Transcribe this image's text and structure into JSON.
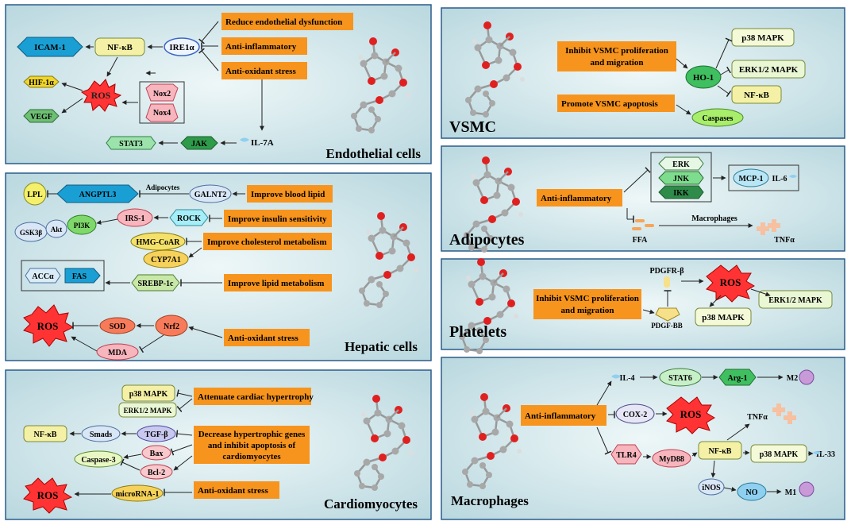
{
  "panels": {
    "endothelial": {
      "title": "Endothelial cells",
      "effects": [
        "Reduce endothelial dysfunction",
        "Anti-inflammatory",
        "Anti-oxidant stress"
      ],
      "nodes": {
        "ire1a": "IRE1α",
        "nfkb": "NF-κB",
        "icam1": "ICAM-1",
        "ros": "ROS",
        "hif1a": "HIF-1α",
        "vegf": "VEGF",
        "nox2": "Nox2",
        "nox4": "Nox4",
        "il7a": "IL-7A",
        "jak": "JAK",
        "stat3": "STAT3"
      }
    },
    "hepatic": {
      "title": "Hepatic cells",
      "effects": [
        "Improve blood lipid",
        "Improve insulin sensitivity",
        "Improve cholesterol metabolism",
        "Improve lipid metabolism",
        "Anti-oxidant stress"
      ],
      "adipocytes_label": "Adipocytes",
      "nodes": {
        "lpl": "LPL",
        "angptl3": "ANGPTL3",
        "galnt2": "GALNT2",
        "gsk3b": "GSK3β",
        "akt": "Akt",
        "pi3k": "PI3K",
        "irs1": "IRS-1",
        "rock": "ROCK",
        "hmgcoar": "HMG-CoAR",
        "cyp7a1": "CYP7A1",
        "acca": "ACCα",
        "fas": "FAS",
        "srebp1c": "SREBP-1c",
        "ros": "ROS",
        "sod": "SOD",
        "nrf2": "Nrf2",
        "mda": "MDA"
      }
    },
    "cardiomyocytes": {
      "title": "Cardiomyocytes",
      "effects": [
        "Attenuate cardiac hypertrophy",
        "Decrease hypertrophic genes",
        "and inhibit apoptosis of",
        "cardiomyocytes",
        "Anti-oxidant stress"
      ],
      "nodes": {
        "p38": "p38 MAPK",
        "erk12": "ERK1/2 MAPK",
        "nfkb": "NF-κB",
        "smads": "Smads",
        "tgfb": "TGF-β",
        "bax": "Bax",
        "caspase3": "Caspase-3",
        "bcl2": "Bcl-2",
        "ros": "ROS",
        "microrna1": "microRNA-1"
      }
    },
    "vsmc": {
      "title": "VSMC",
      "effects": [
        "Inhibit VSMC proliferation",
        "and migration",
        "Promote VSMC apoptosis"
      ],
      "nodes": {
        "ho1": "HO-1",
        "p38": "p38 MAPK",
        "erk12": "ERK1/2 MAPK",
        "nfkb": "NF-κB",
        "caspases": "Caspases"
      }
    },
    "adipocytes": {
      "title": "Adipocytes",
      "effects": [
        "Anti-inflammatory"
      ],
      "macrophages_label": "Macrophages",
      "nodes": {
        "erk": "ERK",
        "jnk": "JNK",
        "ikk": "IKK",
        "mcp1": "MCP-1",
        "il6": "IL-6",
        "ffa": "FFA",
        "tnfa": "TNFα"
      }
    },
    "platelets": {
      "title": "Platelets",
      "effects": [
        "Inhibit VSMC proliferation",
        "and migration"
      ],
      "nodes": {
        "pdgfrb": "PDGFR-β",
        "pdgfbb": "PDGF-BB",
        "ros": "ROS",
        "erk12": "ERK1/2 MAPK",
        "p38": "p38 MAPK"
      }
    },
    "macrophages": {
      "title": "Macrophages",
      "effects": [
        "Anti-inflammatory"
      ],
      "nodes": {
        "il4": "IL-4",
        "stat6": "STAT6",
        "arg1": "Arg-1",
        "m2": "M2",
        "cox2": "COX-2",
        "ros": "ROS",
        "tnfa": "TNFα",
        "tlr4": "TLR4",
        "myd88": "MyD88",
        "nfkb": "NF-κB",
        "p38": "p38 MAPK",
        "il33": "IL-33",
        "inos": "iNOS",
        "no": "NO",
        "m1": "M1"
      }
    }
  },
  "colors": {
    "effect_box": "#f7941d",
    "panel_border": "#2b5c8a",
    "panel_fill": "#dcedf0"
  }
}
